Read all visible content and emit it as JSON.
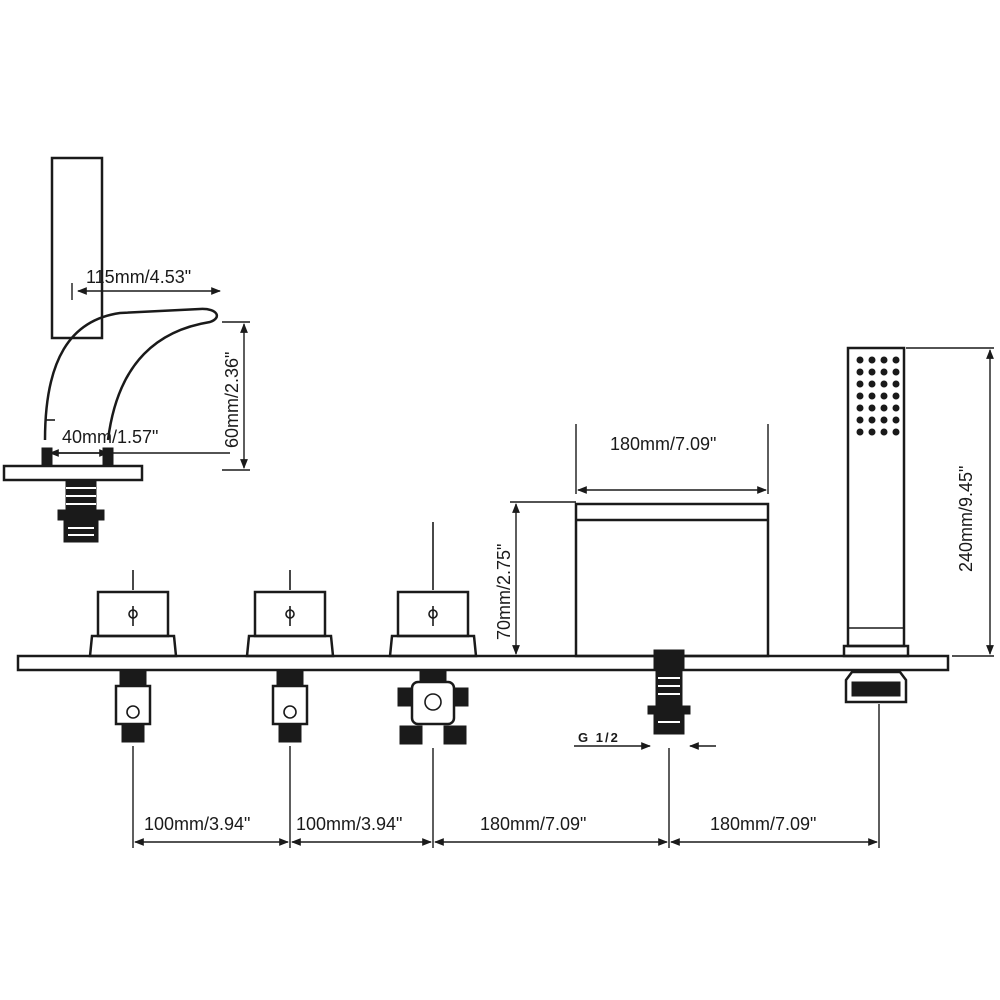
{
  "labels": {
    "spout_reach": "115mm/4.53\"",
    "spout_height": "60mm/2.36\"",
    "spout_base": "40mm/1.57\"",
    "waterfall_width": "180mm/7.09\"",
    "waterfall_height": "70mm/2.75\"",
    "shower_height": "240mm/9.45\"",
    "thread": "G 1/2",
    "spacing_1": "100mm/3.94\"",
    "spacing_2": "100mm/3.94\"",
    "spacing_3": "180mm/7.09\"",
    "spacing_4": "180mm/7.09\""
  }
}
